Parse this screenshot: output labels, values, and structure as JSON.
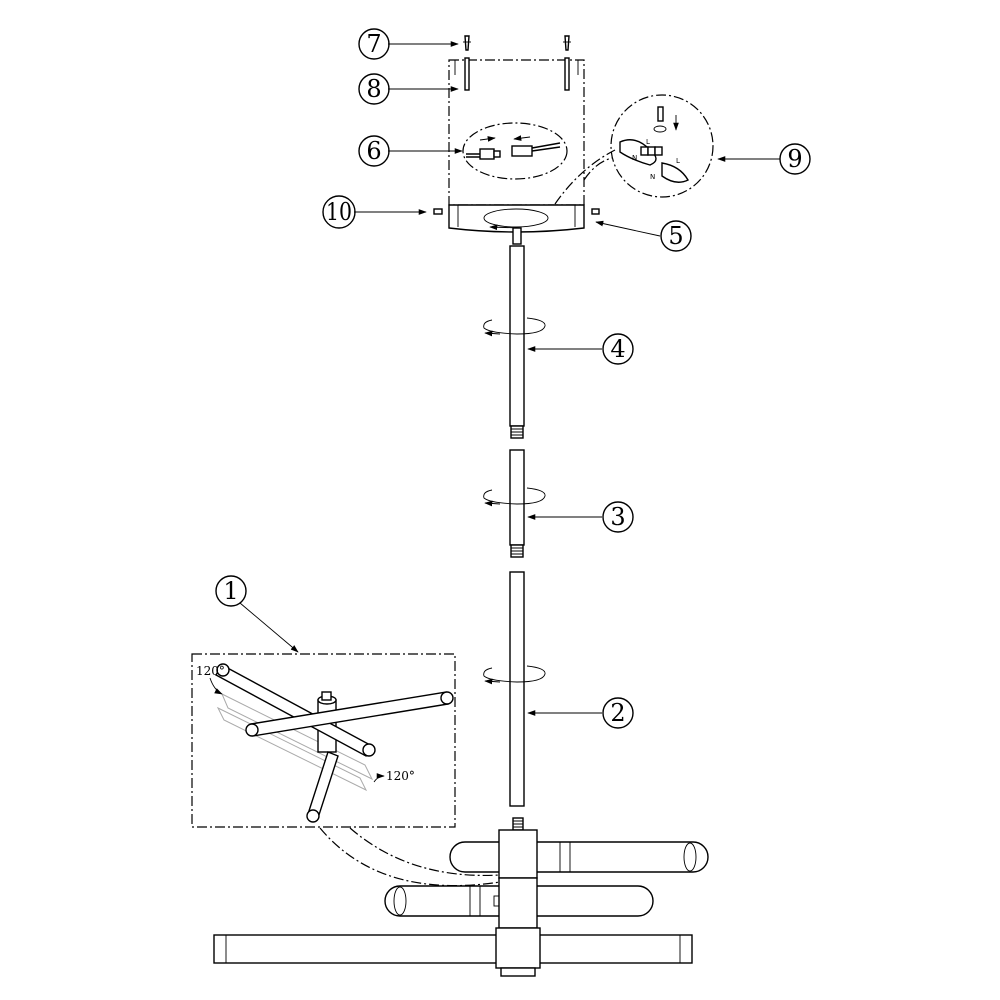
{
  "callouts": [
    {
      "number": "1"
    },
    {
      "number": "2"
    },
    {
      "number": "3"
    },
    {
      "number": "4"
    },
    {
      "number": "5"
    },
    {
      "number": "6"
    },
    {
      "number": "7"
    },
    {
      "number": "8"
    },
    {
      "number": "9"
    },
    {
      "number": "10"
    }
  ],
  "detail_1": {
    "angle_top": "120°",
    "angle_bottom": "120°"
  },
  "detail_9": {
    "terminal_n": "N",
    "terminal_l": "L",
    "wire_n": "N",
    "wire_l": "L"
  }
}
